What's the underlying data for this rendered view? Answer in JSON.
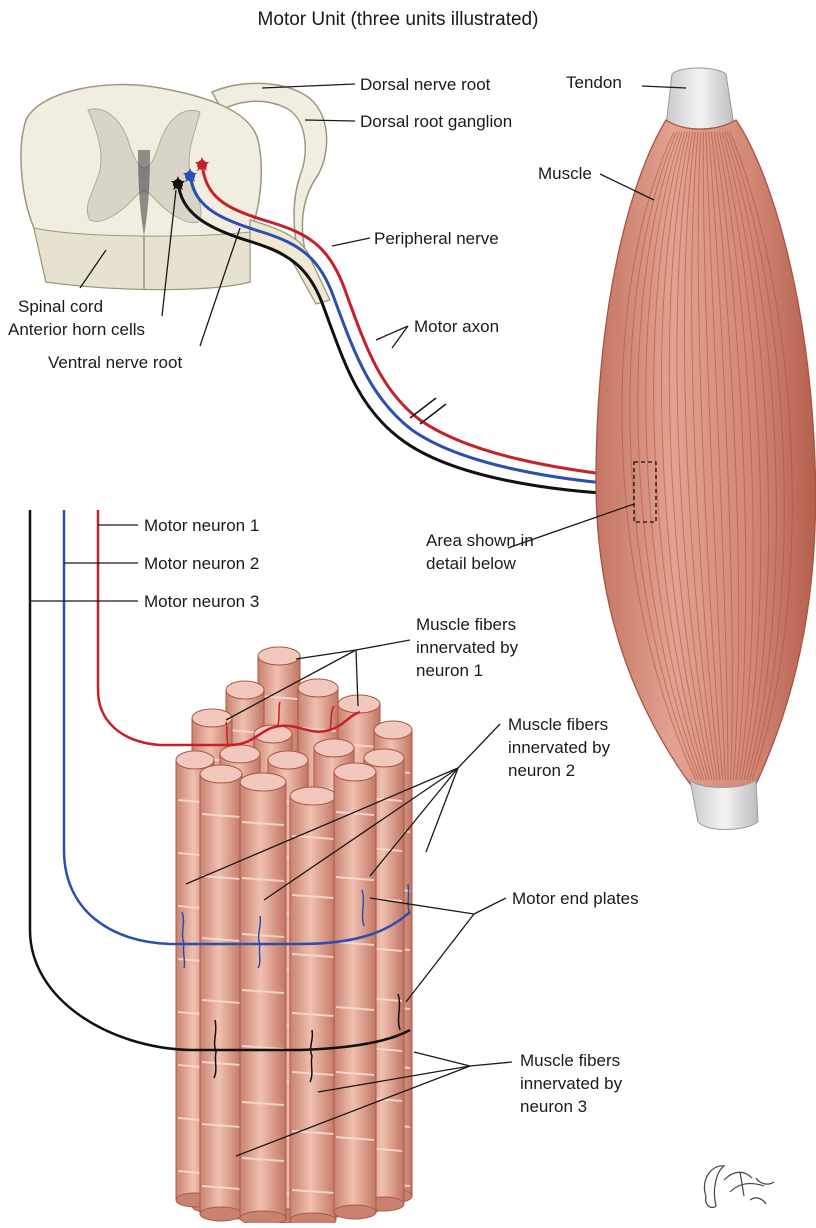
{
  "title": "Motor Unit (three units illustrated)",
  "labels": {
    "dorsal_nerve_root": "Dorsal nerve root",
    "dorsal_root_ganglion": "Dorsal root ganglion",
    "peripheral_nerve": "Peripheral nerve",
    "spinal_cord": "Spinal cord",
    "anterior_horn_cells": "Anterior horn cells",
    "ventral_nerve_root": "Ventral nerve root",
    "motor_axon": "Motor axon",
    "tendon": "Tendon",
    "muscle": "Muscle",
    "area_detail": [
      "Area shown in",
      "detail below"
    ],
    "motor_neuron_1": "Motor neuron 1",
    "motor_neuron_2": "Motor neuron 2",
    "motor_neuron_3": "Motor neuron 3",
    "fibers_neuron_1": [
      "Muscle fibers",
      "innervated by",
      "neuron 1"
    ],
    "fibers_neuron_2": [
      "Muscle fibers",
      "innervated by",
      "neuron 2"
    ],
    "motor_end_plates": "Motor end plates",
    "fibers_neuron_3": [
      "Muscle fibers",
      "innervated by",
      "neuron 3"
    ]
  },
  "signature": "F. Netter M.D.",
  "colors": {
    "neuron_1": "#c8202a",
    "neuron_2": "#2b4fb0",
    "neuron_3": "#111111",
    "muscle": "#d98a78",
    "muscle_dark": "#b9614f",
    "fiber": "#e3aa97",
    "fiber_cap": "#f2c7bd",
    "cord": "#f1ede0",
    "gray_matter": "#d8d4c8"
  }
}
